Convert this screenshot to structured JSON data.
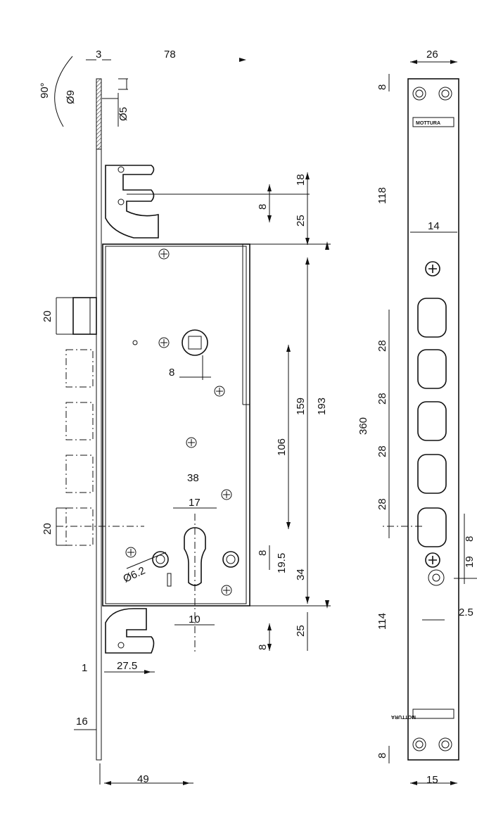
{
  "brand": "MOTTURA",
  "angle_label": "90°",
  "dimensions": {
    "d3": "3",
    "d78": "78",
    "d9": "Ø9",
    "d5": "Ø5",
    "d18": "18",
    "d8_top": "8",
    "d25_top": "25",
    "d20_top": "20",
    "sq8": "8",
    "d159": "159",
    "d193": "193",
    "d106": "106",
    "d38": "38",
    "d17": "17",
    "d20_bot": "20",
    "d62": "Ø6.2",
    "d8_mid": "8",
    "d195": "19.5",
    "d34": "34",
    "d10": "10",
    "d25_bot": "25",
    "d8_bot": "8",
    "d1": "1",
    "d275": "27.5",
    "d16": "16",
    "d49": "49",
    "d26": "26",
    "d8_plate_top": "8",
    "d118": "118",
    "d14": "14",
    "d28a": "28",
    "d28b": "28",
    "d28c": "28",
    "d28d": "28",
    "d360": "360",
    "d8_right": "8",
    "d19": "19",
    "d25_right": "2.5",
    "d114": "114",
    "d8_plate_bot": "8",
    "d15": "15"
  }
}
